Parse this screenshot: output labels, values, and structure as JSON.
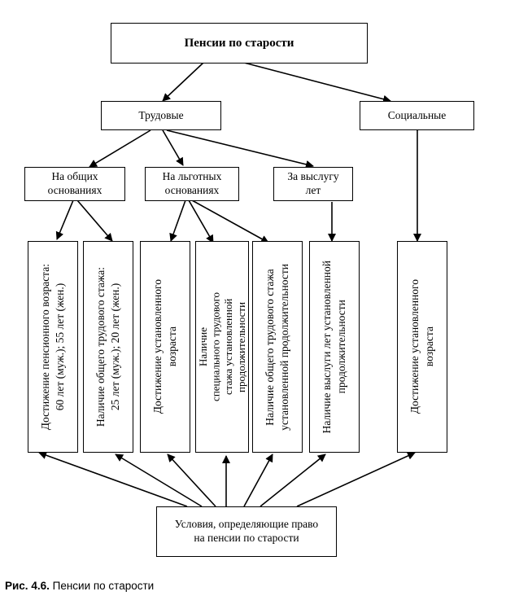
{
  "root": "Пенсии по старости",
  "labor": "Трудовые",
  "social": "Социальные",
  "general_ground": "На общих\nоснованиях",
  "preferential_ground": "На льготных\nоснованиях",
  "long_service": "За выслугу\nлет",
  "conditions": [
    "Достижение пенсионного возраста:\n60 лет (муж.);  55 лет (жен.)",
    "Наличие общего трудового стажа:\n25 лет (муж.);  20 лет (жен.)",
    "Достижение установленного\nвозраста",
    "Наличие\nспециального трудового\nстажа установленной\nпродолжительности",
    "Наличие общего трудового стажа\nустановленной продолжительности",
    "Наличие выслуги лет установленной\nпродолжительности",
    "Достижение установленного\nвозраста"
  ],
  "bottom_box": "Условия, определяющие право\nна пенсии по старости",
  "caption_label": "Рис. 4.6.",
  "caption_text": "Пенсии по старости"
}
